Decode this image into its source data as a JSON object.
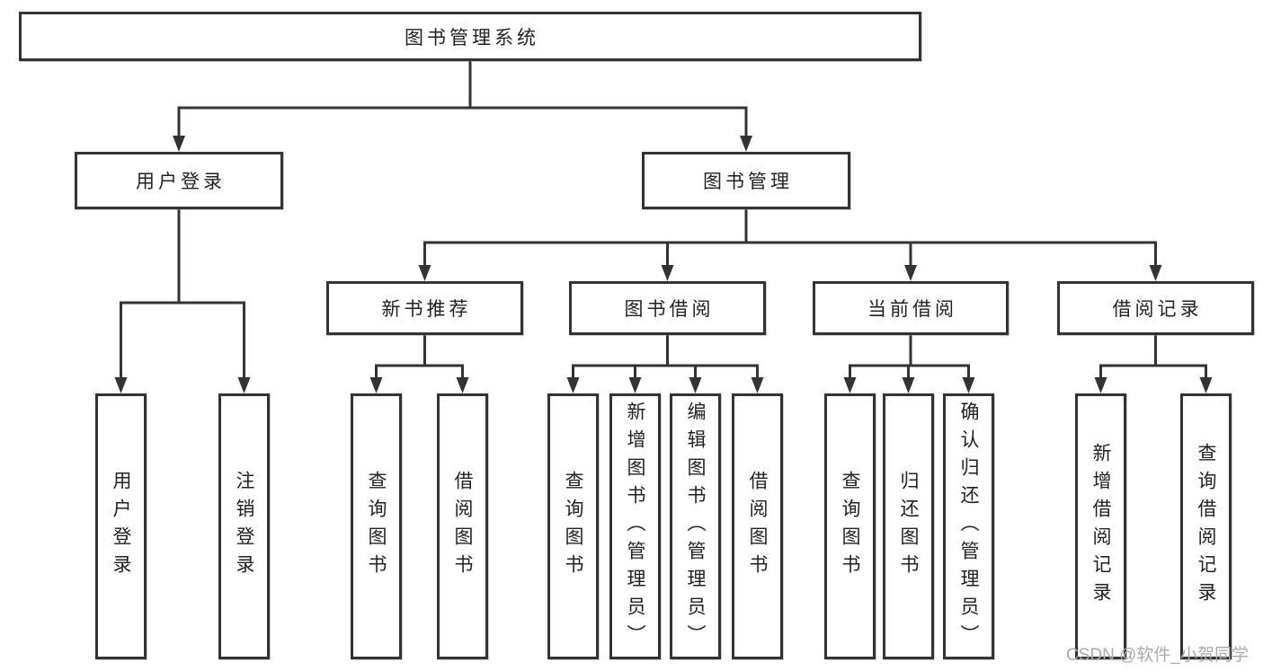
{
  "diagram_title": "图书管理系统",
  "nodes": {
    "root": {
      "label": "图书管理系统"
    },
    "user_login": {
      "label": "用户登录"
    },
    "book_mgmt": {
      "label": "图书管理"
    },
    "new_book": {
      "label": "新书推荐"
    },
    "book_borrow": {
      "label": "图书借阅"
    },
    "current_borrow": {
      "label": "当前借阅"
    },
    "borrow_records": {
      "label": "借阅记录"
    },
    "leaf_user_login": {
      "label": "用户登录"
    },
    "leaf_logout": {
      "label": "注销登录"
    },
    "leaf_newbook_query": {
      "label": "查询图书"
    },
    "leaf_newbook_borrow": {
      "label": "借阅图书"
    },
    "leaf_borrow_query": {
      "label": "查询图书"
    },
    "leaf_borrow_add": {
      "label": "新增图书（管理员）"
    },
    "leaf_borrow_edit": {
      "label": "编辑图书（管理员）"
    },
    "leaf_borrow_borrow": {
      "label": "借阅图书"
    },
    "leaf_current_query": {
      "label": "查询图书"
    },
    "leaf_current_return": {
      "label": "归还图书"
    },
    "leaf_current_confirm": {
      "label": "确认归还（管理员）"
    },
    "leaf_records_add": {
      "label": "新增借阅记录"
    },
    "leaf_records_query": {
      "label": "查询借阅记录"
    }
  },
  "watermark": {
    "text": "CSDN @软件_小贺同学"
  },
  "colors": {
    "line": "#333333",
    "text": "#222222",
    "box_background": "#ffffff",
    "watermark": "#ababab"
  }
}
